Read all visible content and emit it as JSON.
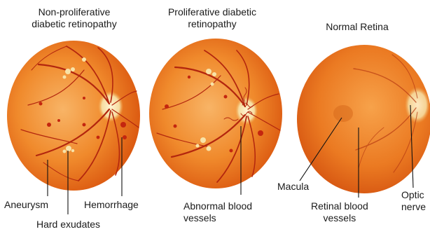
{
  "panels": [
    {
      "title": "Non-proliferative\ndiabetic retinopathy",
      "labels": [
        "Aneurysm",
        "Hard exudates",
        "Hemorrhage"
      ]
    },
    {
      "title": "Proliferative diabetic\nretinopathy",
      "labels": [
        "Abnormal blood\nvessels"
      ]
    },
    {
      "title": "Normal Retina",
      "labels": [
        "Macula",
        "Retinal blood\nvessels",
        "Optic\nnerve"
      ]
    }
  ],
  "colors": {
    "retina_outer": "#e05a10",
    "retina_mid": "#f28a2a",
    "retina_center": "#f7b060",
    "vessel": "#b3260e",
    "exudate": "#f8e3a8",
    "hemorrhage": "#c4260f",
    "optic_disc": "#f6e3b0",
    "pointer": "#111111"
  }
}
